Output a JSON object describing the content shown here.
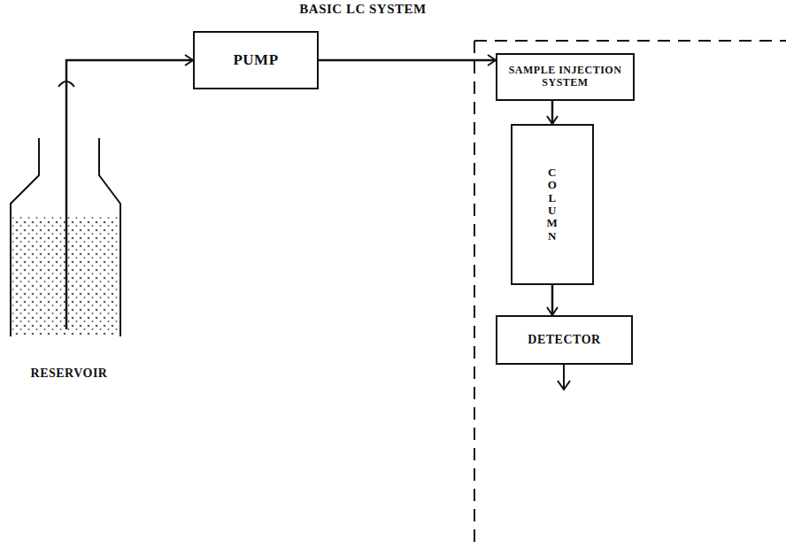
{
  "diagram": {
    "title": "BASIC LC SYSTEM",
    "nodes": [
      {
        "text": [
          "RESERVOIR"
        ]
      },
      {
        "text": [
          "PUMP"
        ]
      },
      {
        "text": [
          "SAMPLE INJECTION SYSTEM"
        ]
      },
      {
        "text": [
          "COLUMN"
        ]
      },
      {
        "text": [
          "DETECTOR"
        ]
      }
    ],
    "edges": [
      {
        "from": 0,
        "to": 1,
        "arrow": "to"
      },
      {
        "from": 1,
        "to": 2,
        "arrow": "to"
      },
      {
        "from": 2,
        "to": 3,
        "arrow": "to"
      },
      {
        "from": 3,
        "to": 4,
        "arrow": "to"
      }
    ]
  }
}
